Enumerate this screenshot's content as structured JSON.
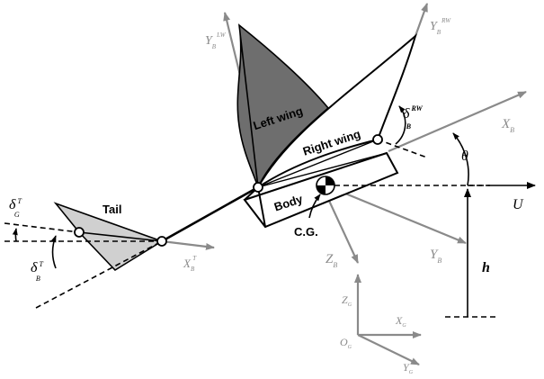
{
  "labels": {
    "left_wing": "Left wing",
    "right_wing": "Right wing",
    "body": "Body",
    "tail": "Tail",
    "cg": "C.G.",
    "U": "U",
    "h": "h",
    "theta": "θ",
    "XB": {
      "main": "X",
      "sub": "B"
    },
    "YB": {
      "main": "Y",
      "sub": "B"
    },
    "ZB": {
      "main": "Z",
      "sub": "B"
    },
    "YB_LW": {
      "main": "Y",
      "sub": "B",
      "sup": "LW"
    },
    "YB_RW": {
      "main": "Y",
      "sub": "B",
      "sup": "RW"
    },
    "XB_T": {
      "main": "X",
      "sub": "B",
      "sup": "T"
    },
    "delta_B_RW": {
      "main": "δ",
      "sub": "B",
      "sup": "RW"
    },
    "delta_G_T": {
      "main": "δ",
      "sub": "G",
      "sup": "T"
    },
    "delta_B_T": {
      "main": "δ",
      "sub": "B",
      "sup": "T"
    },
    "XG": {
      "main": "X",
      "sub": "G"
    },
    "YG": {
      "main": "Y",
      "sub": "G"
    },
    "ZG": {
      "main": "Z",
      "sub": "G"
    },
    "OG": {
      "main": "O",
      "sub": "G"
    }
  },
  "colors": {
    "left_wing_fill": "#6e6e6e",
    "tail_fill": "#d0d0d0",
    "axis_gray": "#8a8a8a",
    "outline": "#000000"
  }
}
